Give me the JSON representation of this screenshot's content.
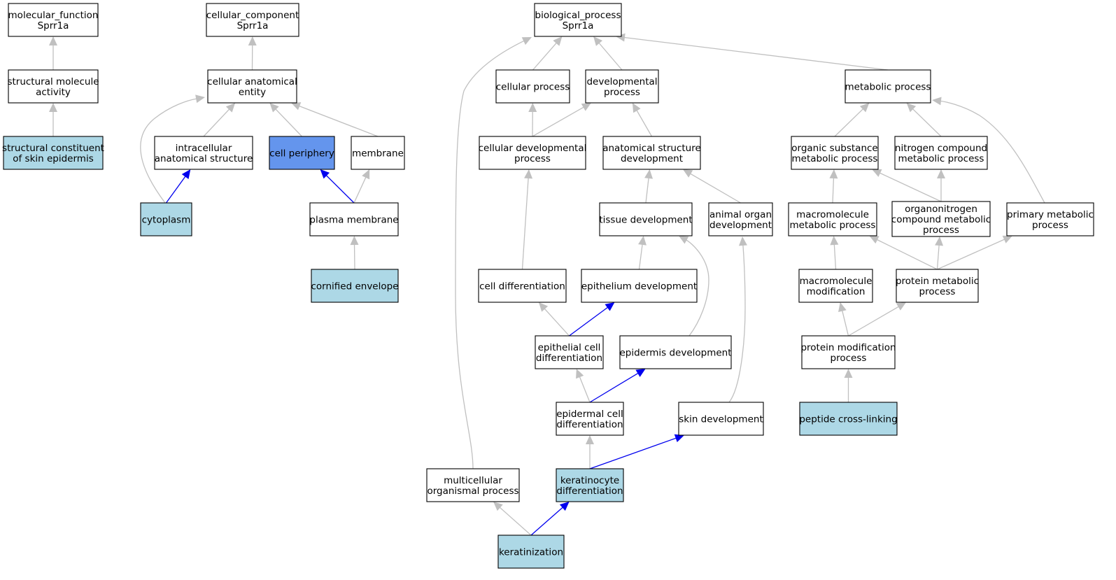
{
  "colors": {
    "default_fill": "#ffffff",
    "annotated_fill": "#add8e6",
    "highlight_fill": "#6495ed",
    "edge_default": "#c0c0c0",
    "edge_highlight": "#0000ee"
  },
  "nodes": [
    {
      "id": "mf",
      "lines": [
        "molecular_function",
        "Sprr1a"
      ],
      "fill": "default"
    },
    {
      "id": "sma",
      "lines": [
        "structural molecule",
        "activity"
      ],
      "fill": "default"
    },
    {
      "id": "scse",
      "lines": [
        "structural constituent",
        "of skin epidermis"
      ],
      "fill": "annotated"
    },
    {
      "id": "cc",
      "lines": [
        "cellular_component",
        "Sprr1a"
      ],
      "fill": "default"
    },
    {
      "id": "cae",
      "lines": [
        "cellular anatomical",
        "entity"
      ],
      "fill": "default"
    },
    {
      "id": "ias",
      "lines": [
        "intracellular",
        "anatomical structure"
      ],
      "fill": "default"
    },
    {
      "id": "cp",
      "lines": [
        "cell periphery"
      ],
      "fill": "highlight"
    },
    {
      "id": "mem",
      "lines": [
        "membrane"
      ],
      "fill": "default"
    },
    {
      "id": "cyto",
      "lines": [
        "cytoplasm"
      ],
      "fill": "annotated"
    },
    {
      "id": "pm",
      "lines": [
        "plasma membrane"
      ],
      "fill": "default"
    },
    {
      "id": "ce",
      "lines": [
        "cornified envelope"
      ],
      "fill": "annotated"
    },
    {
      "id": "bp",
      "lines": [
        "biological_process",
        "Sprr1a"
      ],
      "fill": "default"
    },
    {
      "id": "cellp",
      "lines": [
        "cellular process"
      ],
      "fill": "default"
    },
    {
      "id": "devp",
      "lines": [
        "developmental",
        "process"
      ],
      "fill": "default"
    },
    {
      "id": "metp",
      "lines": [
        "metabolic process"
      ],
      "fill": "default"
    },
    {
      "id": "cdp",
      "lines": [
        "cellular developmental",
        "process"
      ],
      "fill": "default"
    },
    {
      "id": "asd",
      "lines": [
        "anatomical structure",
        "development"
      ],
      "fill": "default"
    },
    {
      "id": "osmp",
      "lines": [
        "organic substance",
        "metabolic process"
      ],
      "fill": "default"
    },
    {
      "id": "ncmp",
      "lines": [
        "nitrogen compound",
        "metabolic process"
      ],
      "fill": "default"
    },
    {
      "id": "td",
      "lines": [
        "tissue development"
      ],
      "fill": "default"
    },
    {
      "id": "aod",
      "lines": [
        "animal organ",
        "development"
      ],
      "fill": "default"
    },
    {
      "id": "mmp",
      "lines": [
        "macromolecule",
        "metabolic process"
      ],
      "fill": "default"
    },
    {
      "id": "ocmp",
      "lines": [
        "organonitrogen",
        "compound metabolic",
        "process"
      ],
      "fill": "default"
    },
    {
      "id": "pmp",
      "lines": [
        "primary metabolic",
        "process"
      ],
      "fill": "default"
    },
    {
      "id": "cd",
      "lines": [
        "cell differentiation"
      ],
      "fill": "default"
    },
    {
      "id": "ed",
      "lines": [
        "epithelium development"
      ],
      "fill": "default"
    },
    {
      "id": "mm",
      "lines": [
        "macromolecule",
        "modification"
      ],
      "fill": "default"
    },
    {
      "id": "protmp",
      "lines": [
        "protein metabolic",
        "process"
      ],
      "fill": "default"
    },
    {
      "id": "ecd",
      "lines": [
        "epithelial cell",
        "differentiation"
      ],
      "fill": "default"
    },
    {
      "id": "epid",
      "lines": [
        "epidermis development"
      ],
      "fill": "default"
    },
    {
      "id": "pmod",
      "lines": [
        "protein modification",
        "process"
      ],
      "fill": "default"
    },
    {
      "id": "epcd",
      "lines": [
        "epidermal cell",
        "differentiation"
      ],
      "fill": "default"
    },
    {
      "id": "sd",
      "lines": [
        "skin development"
      ],
      "fill": "default"
    },
    {
      "id": "pcl",
      "lines": [
        "peptide cross-linking"
      ],
      "fill": "annotated"
    },
    {
      "id": "mop",
      "lines": [
        "multicellular",
        "organismal process"
      ],
      "fill": "default"
    },
    {
      "id": "kd",
      "lines": [
        "keratinocyte",
        "differentiation"
      ],
      "fill": "annotated"
    },
    {
      "id": "ker",
      "lines": [
        "keratinization"
      ],
      "fill": "annotated"
    }
  ],
  "edges": [
    {
      "from": "sma",
      "to": "mf",
      "style": "default"
    },
    {
      "from": "scse",
      "to": "sma",
      "style": "default"
    },
    {
      "from": "cae",
      "to": "cc",
      "style": "default"
    },
    {
      "from": "ias",
      "to": "cae",
      "style": "default"
    },
    {
      "from": "cp",
      "to": "cae",
      "style": "default"
    },
    {
      "from": "mem",
      "to": "cae",
      "style": "default"
    },
    {
      "from": "cyto",
      "to": "cae",
      "style": "default"
    },
    {
      "from": "cyto",
      "to": "ias",
      "style": "highlight"
    },
    {
      "from": "pm",
      "to": "cp",
      "style": "highlight"
    },
    {
      "from": "pm",
      "to": "mem",
      "style": "default"
    },
    {
      "from": "ce",
      "to": "pm",
      "style": "default"
    },
    {
      "from": "cellp",
      "to": "bp",
      "style": "default"
    },
    {
      "from": "devp",
      "to": "bp",
      "style": "default"
    },
    {
      "from": "metp",
      "to": "bp",
      "style": "default"
    },
    {
      "from": "mop",
      "to": "bp",
      "style": "default"
    },
    {
      "from": "cdp",
      "to": "cellp",
      "style": "default"
    },
    {
      "from": "cdp",
      "to": "devp",
      "style": "default"
    },
    {
      "from": "asd",
      "to": "devp",
      "style": "default"
    },
    {
      "from": "td",
      "to": "asd",
      "style": "default"
    },
    {
      "from": "aod",
      "to": "asd",
      "style": "default"
    },
    {
      "from": "cd",
      "to": "cdp",
      "style": "default"
    },
    {
      "from": "ed",
      "to": "td",
      "style": "default"
    },
    {
      "from": "epid",
      "to": "td",
      "style": "default"
    },
    {
      "from": "sd",
      "to": "aod",
      "style": "default"
    },
    {
      "from": "ecd",
      "to": "cd",
      "style": "default"
    },
    {
      "from": "ecd",
      "to": "ed",
      "style": "highlight"
    },
    {
      "from": "epcd",
      "to": "ecd",
      "style": "default"
    },
    {
      "from": "epcd",
      "to": "epid",
      "style": "highlight"
    },
    {
      "from": "kd",
      "to": "epcd",
      "style": "default"
    },
    {
      "from": "kd",
      "to": "sd",
      "style": "highlight"
    },
    {
      "from": "ker",
      "to": "kd",
      "style": "highlight"
    },
    {
      "from": "ker",
      "to": "mop",
      "style": "default"
    },
    {
      "from": "osmp",
      "to": "metp",
      "style": "default"
    },
    {
      "from": "ncmp",
      "to": "metp",
      "style": "default"
    },
    {
      "from": "pmp",
      "to": "metp",
      "style": "default"
    },
    {
      "from": "mmp",
      "to": "osmp",
      "style": "default"
    },
    {
      "from": "ocmp",
      "to": "osmp",
      "style": "default"
    },
    {
      "from": "ocmp",
      "to": "ncmp",
      "style": "default"
    },
    {
      "from": "protmp",
      "to": "mmp",
      "style": "default"
    },
    {
      "from": "protmp",
      "to": "ocmp",
      "style": "default"
    },
    {
      "from": "protmp",
      "to": "pmp",
      "style": "default"
    },
    {
      "from": "mm",
      "to": "mmp",
      "style": "default"
    },
    {
      "from": "pmod",
      "to": "mm",
      "style": "default"
    },
    {
      "from": "pmod",
      "to": "protmp",
      "style": "default"
    },
    {
      "from": "pcl",
      "to": "pmod",
      "style": "default"
    }
  ]
}
